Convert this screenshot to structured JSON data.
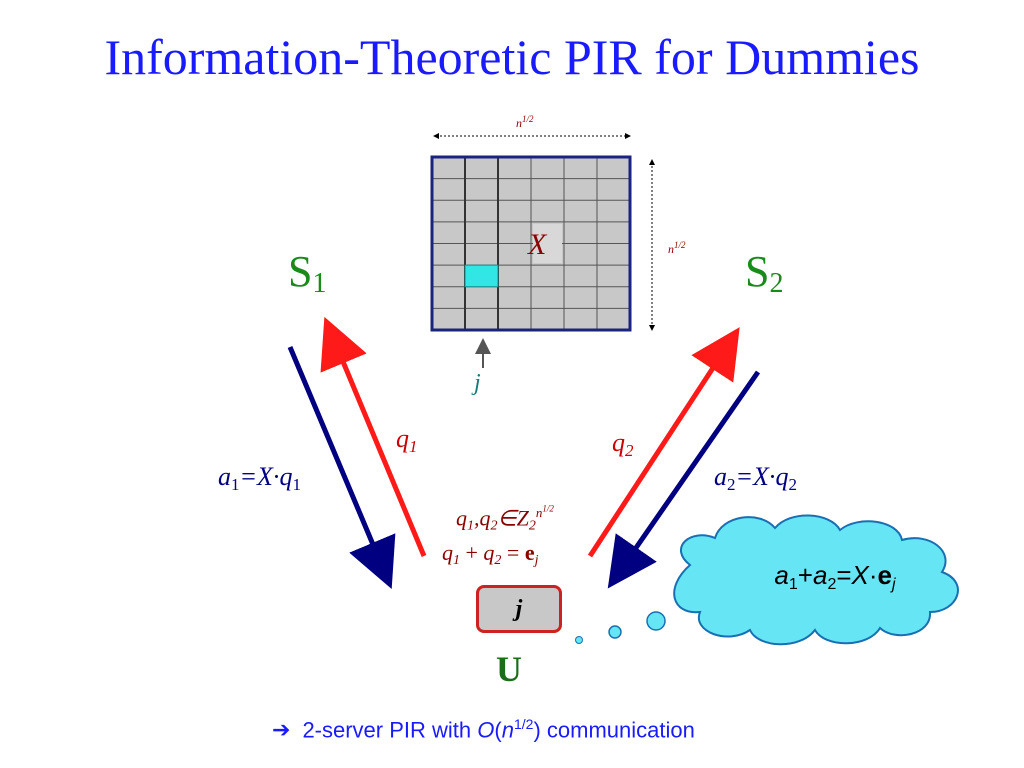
{
  "title": "Information-Theoretic PIR for Dummies",
  "matrix": {
    "dim_symbol": "n",
    "dim_exponent": "1/2",
    "label": "X",
    "index_label": "j"
  },
  "servers": {
    "s1": {
      "name": "S",
      "index": "1"
    },
    "s2": {
      "name": "S",
      "index": "2"
    }
  },
  "queries": {
    "q1": {
      "sym": "q",
      "idx": "1"
    },
    "q2": {
      "sym": "q",
      "idx": "2"
    }
  },
  "answers": {
    "a1": {
      "lhs_sym": "a",
      "lhs_idx": "1",
      "rhs": "=X·",
      "q_sym": "q",
      "q_idx": "1"
    },
    "a2": {
      "lhs_sym": "a",
      "lhs_idx": "2",
      "rhs": "=X·",
      "q_sym": "q",
      "q_idx": "2"
    }
  },
  "equations": {
    "line1": {
      "q": "q",
      "i1": "1",
      "comma": ",",
      "i2": "2",
      "elem": "∈",
      "Z": "Z",
      "zsub": "2",
      "zsup_n": "n",
      "zsup_exp": "1/2"
    },
    "line2": {
      "q1": "q",
      "i1": "1",
      "plus": " + ",
      "q2": "q",
      "i2": "2",
      "eq": " = ",
      "e": "e",
      "esub": "j"
    }
  },
  "user": {
    "box_label": "j",
    "name": "U"
  },
  "cloud": {
    "a": "a",
    "i1": "1",
    "plus": "+",
    "a2": "a",
    "i2": "2",
    "eq": "=",
    "X": "X",
    "dot": "·",
    "e": "e",
    "esub": "j"
  },
  "footer": {
    "arrow": "➔",
    "text1": "2-server PIR with ",
    "O": "O",
    "paren_open": "(",
    "n": "n",
    "exp": "1/2",
    "text2": ") communication"
  },
  "colors": {
    "title": "#1a1aff",
    "server": "#1a8a1a",
    "query_arrow": "#ff1a1a",
    "answer_arrow": "#000080",
    "highlight_cell": "#33e6e6",
    "cloud": "#66e6f5"
  }
}
